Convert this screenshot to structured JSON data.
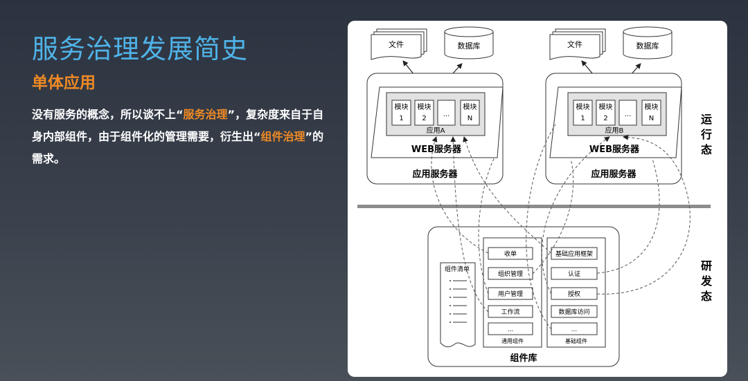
{
  "slide": {
    "title": "服务治理发展简史",
    "subtitle": "单体应用",
    "body": {
      "part1": "没有服务的概念，所以谈不上“",
      "hl1": "服务治理",
      "part2": "”，复杂度来自于自身内部组件，由于组件化的管理需要，衍生出“",
      "hl2": "组件治理",
      "part3": "”的需求。"
    }
  },
  "diagram": {
    "runtime": {
      "label": "运行态",
      "servers": [
        {
          "file_label": "文件",
          "db_label": "数据库",
          "modules": [
            {
              "top": "模块",
              "bottom": "1"
            },
            {
              "top": "模块",
              "bottom": "2"
            },
            {
              "top": "...",
              "bottom": ""
            },
            {
              "top": "模块",
              "bottom": "N"
            }
          ],
          "app_label": "应用A",
          "web_label": "WEB服务器",
          "app_server_label": "应用服务器"
        },
        {
          "file_label": "文件",
          "db_label": "数据库",
          "modules": [
            {
              "top": "模块",
              "bottom": "1"
            },
            {
              "top": "模块",
              "bottom": "2"
            },
            {
              "top": "...",
              "bottom": ""
            },
            {
              "top": "模块",
              "bottom": "N"
            }
          ],
          "app_label": "应用B",
          "web_label": "WEB服务器",
          "app_server_label": "应用服务器"
        }
      ]
    },
    "devtime": {
      "label": "研发态",
      "library_label": "组件库",
      "checklist_label": "组件清单",
      "common": {
        "label": "通用组件",
        "items": [
          "收单",
          "组织管理",
          "用户管理",
          "工作流",
          "..."
        ]
      },
      "base": {
        "label": "基础组件",
        "items": [
          "基础应用框架",
          "认证",
          "授权",
          "数据库访问",
          "..."
        ]
      }
    }
  }
}
